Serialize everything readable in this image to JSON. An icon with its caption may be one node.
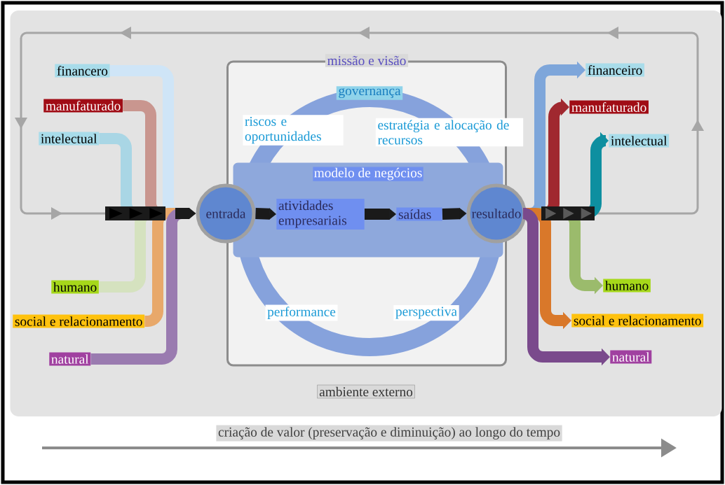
{
  "diagram": {
    "nodes": [
      {
        "text": [
          "ambiente externo"
        ]
      },
      {
        "text": [
          "missão e visão"
        ],
        "in": 0
      },
      {
        "text": [
          "financero"
        ],
        "in": 0
      },
      {
        "text": [
          "manufaturado"
        ],
        "in": 0
      },
      {
        "text": [
          "intelectual"
        ],
        "in": 0
      },
      {
        "text": [
          "humano"
        ],
        "in": 0
      },
      {
        "text": [
          "social e relacionamento"
        ],
        "in": 0
      },
      {
        "text": [
          "natural"
        ],
        "in": 0
      },
      {
        "text": [
          "entrada"
        ],
        "in": 0
      },
      {
        "text": [
          "modelo de negócios"
        ],
        "in": 1
      },
      {
        "text": [
          "atividades empresariais"
        ],
        "in": 9
      },
      {
        "text": [
          "saídas"
        ],
        "in": 9
      },
      {
        "text": [
          "resultado"
        ],
        "in": 0
      },
      {
        "text": [
          "financeiro"
        ],
        "in": 0
      },
      {
        "text": [
          "manufaturado"
        ],
        "in": 0
      },
      {
        "text": [
          "intelectual"
        ],
        "in": 0
      },
      {
        "text": [
          "humano"
        ],
        "in": 0
      },
      {
        "text": [
          "social e relacionamento"
        ],
        "in": 0
      },
      {
        "text": [
          "natural"
        ],
        "in": 0
      }
    ],
    "edges": [
      {
        "from": 12,
        "to": 8,
        "arrow": "to",
        "color": "#a6a6a6"
      },
      {
        "from": 2,
        "to": 8,
        "arrow": "to",
        "color": "#cfe5f7"
      },
      {
        "from": 3,
        "to": 8,
        "arrow": "to",
        "color": "#c9968f"
      },
      {
        "from": 4,
        "to": 8,
        "arrow": "to",
        "color": "#a9d6e5"
      },
      {
        "from": 5,
        "to": 8,
        "arrow": "to",
        "color": "#d5e2bf"
      },
      {
        "from": 6,
        "to": 8,
        "arrow": "to",
        "color": "#e8a86a"
      },
      {
        "from": 7,
        "to": 8,
        "arrow": "to",
        "color": "#9a7bb0"
      },
      {
        "from": 8,
        "to": 10,
        "arrow": "to",
        "color": "#1a1a1a"
      },
      {
        "from": 10,
        "to": 11,
        "arrow": "to",
        "color": "#1a1a1a"
      },
      {
        "from": 11,
        "to": 12,
        "arrow": "to",
        "color": "#1a1a1a"
      },
      {
        "from": 12,
        "to": 13,
        "arrow": "to",
        "color": "#7ea6da"
      },
      {
        "from": 12,
        "to": 14,
        "arrow": "to",
        "color": "#a0282f"
      },
      {
        "from": 12,
        "to": 15,
        "arrow": "to",
        "color": "#0e8fa0"
      },
      {
        "from": 12,
        "to": 16,
        "arrow": "to",
        "color": "#9bbb6c"
      },
      {
        "from": 12,
        "to": 17,
        "arrow": "to",
        "color": "#d9782a"
      },
      {
        "from": 12,
        "to": 18,
        "arrow": "to",
        "color": "#7a4a8c"
      }
    ],
    "labels": [
      "governança",
      "riscos e oportunidades",
      "estratégia e alocação de recursos",
      "performance",
      "perspectiva",
      "criação de valor (preservação e diminuição) ao longo do tempo"
    ]
  }
}
